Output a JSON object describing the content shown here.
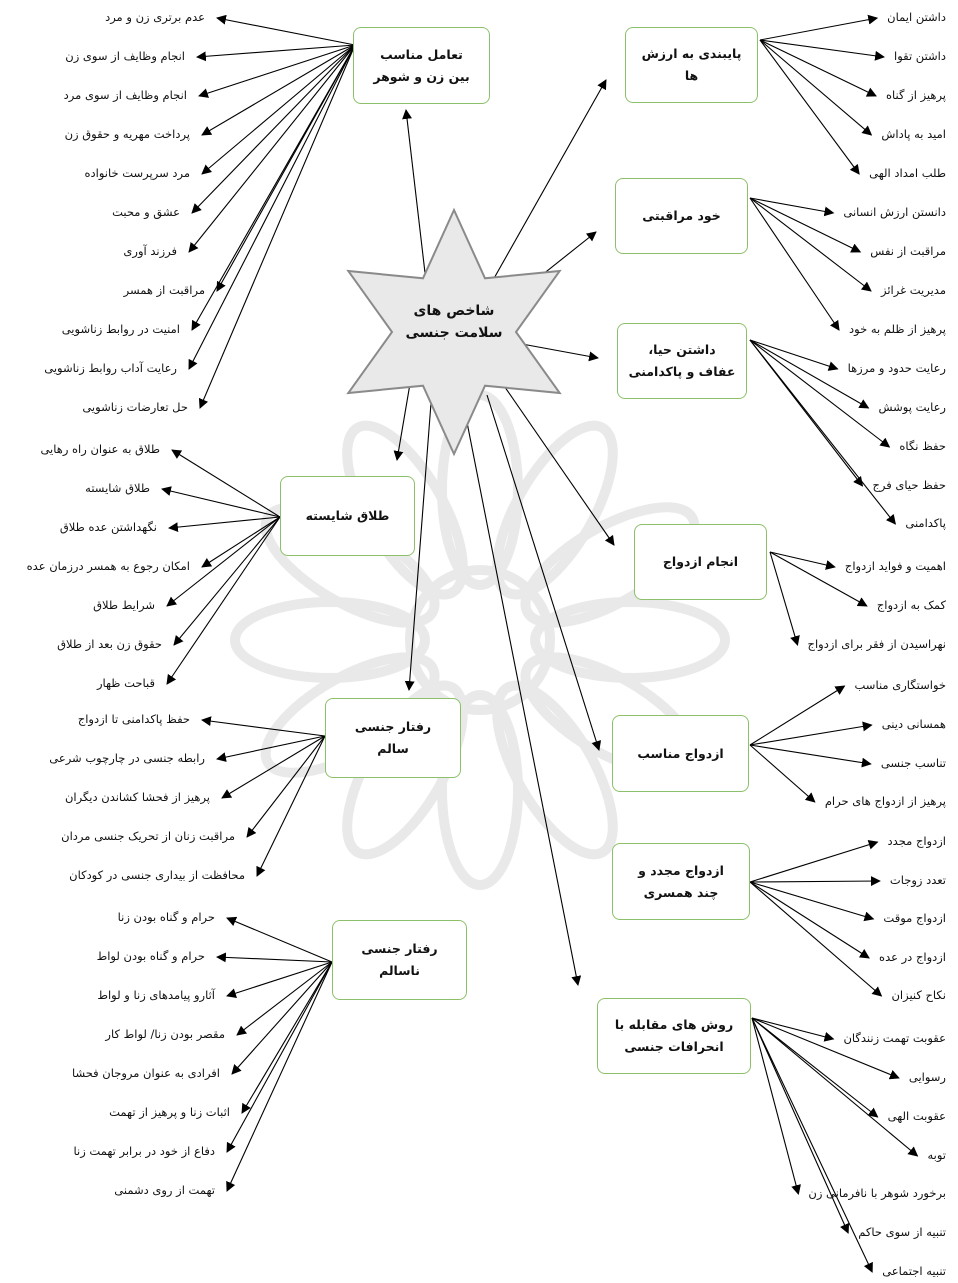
{
  "center": {
    "line1": "شاخص های",
    "line2": "سلامت جنسی"
  },
  "categories": [
    {
      "id": "values",
      "line1": "پایبندی به ارزش",
      "line2": "ها",
      "leaves": [
        "داشتن ایمان",
        "داشتن تقوا",
        "پرهیز از گناه",
        "امید به پاداش",
        "طلب امداد الهی"
      ]
    },
    {
      "id": "self-care",
      "line1": "خود مراقبتی",
      "line2": "",
      "leaves": [
        "دانستن ارزش انسانی",
        "مراقبت از نفس",
        "مدیریت غرائز",
        "پرهیز از ظلم به خود"
      ]
    },
    {
      "id": "modesty",
      "line1": "داشتن حیا،",
      "line2": "عفاف و پاکدامنی",
      "leaves": [
        "رعایت حدود و مرزها",
        "رعایت پوشش",
        "حفظ نگاه",
        "حفظ حیای فرج",
        "پاکدامنی"
      ]
    },
    {
      "id": "marriage",
      "line1": "انجام ازدواج",
      "line2": "",
      "leaves": [
        "اهمیت و فواید ازدواج",
        "کمک به ازدواج",
        "نهراسیدن از فقر برای ازدواج"
      ]
    },
    {
      "id": "proper-marriage",
      "line1": "ازدواج مناسب",
      "line2": "",
      "leaves": [
        "خواستگاری مناسب",
        "همسانی دینی",
        "تناسب جنسی",
        "پرهیز از ازدواج های حرام"
      ]
    },
    {
      "id": "remarriage",
      "line1": "ازدواج مجدد و",
      "line2": "چند همسری",
      "leaves": [
        "ازدواج مجدد",
        "تعدد زوجات",
        "ازدواج موقت",
        "ازدواج در عده",
        "نکاح کنیزان"
      ]
    },
    {
      "id": "deviations",
      "line1": "روش های مقابله با",
      "line2": "انحرافات جنسی",
      "leaves": [
        "عقوبت تهمت زنندگان",
        "رسوایی",
        "عقوبت الهی",
        "توبه",
        "برخورد شوهر با نافرمانی زن",
        "تنبیه از سوی حاکم",
        "تنبیه اجتماعی"
      ]
    },
    {
      "id": "interaction",
      "line1": "تعامل مناسب",
      "line2": "بین زن و شوهر",
      "leaves": [
        "عدم برتری زن و مرد",
        "انجام وظایف از سوی زن",
        "انجام وظایف از سوی مرد",
        "پرداخت مهریه و حقوق زن",
        "مرد سرپرست خانواده",
        "عشق و محبت",
        "فرزند آوری",
        "مراقبت از همسر",
        "امنیت در روابط زناشویی",
        "رعایت آداب روابط زناشویی",
        "حل تعارضات زناشویی"
      ]
    },
    {
      "id": "divorce",
      "line1": "طلاق شایسته",
      "line2": "",
      "leaves": [
        "طلاق به عنوان راه رهایی",
        "طلاق شایسته",
        "نگهداشتن عده طلاق",
        "امکان رجوع به همسر درزمان عده",
        "شرایط طلاق",
        "حقوق زن بعد از طلاق",
        "قباحت ظهار"
      ]
    },
    {
      "id": "healthy",
      "line1": "رفتار جنسی",
      "line2": "سالم",
      "leaves": [
        "حفظ پاکدامنی تا ازدواج",
        "رابطه جنسی در چارچوب شرعی",
        "پرهیز از فحشا کشاندن دیگران",
        "مراقبت زنان از تحریک جنسی مردان",
        "محافظت از بیداری جنسی در کودکان"
      ]
    },
    {
      "id": "unhealthy",
      "line1": "رفتار جنسی",
      "line2": "ناسالم",
      "leaves": [
        "حرام و گناه بودن زنا",
        "حرام و گناه بودن لواط",
        "آثارو پیامدهای زنا و لواط",
        "مقصر بودن زنا/ لواط کار",
        "افرادی به عنوان  مروجان فحشا",
        "اثبات زنا و پرهیز از تهمت",
        "دفاع از خود در برابر تهمت زنا",
        "تهمت از روی دشمنی"
      ]
    }
  ]
}
